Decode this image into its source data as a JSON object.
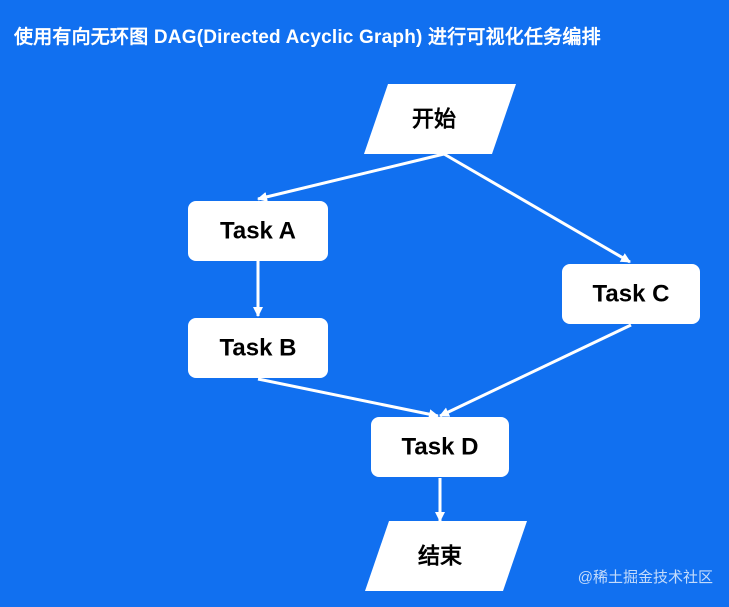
{
  "title": "使用有向无环图 DAG(Directed Acyclic Graph) 进行可视化任务编排",
  "watermark": "@稀土掘金技术社区",
  "colors": {
    "background": "#1170f0",
    "node_fill": "#ffffff",
    "edge": "#ffffff",
    "text": "#000000"
  },
  "nodes": [
    {
      "id": "start",
      "label": "开始",
      "shape": "parallelogram"
    },
    {
      "id": "a",
      "label": "Task A",
      "shape": "rounded-rect"
    },
    {
      "id": "b",
      "label": "Task B",
      "shape": "rounded-rect"
    },
    {
      "id": "c",
      "label": "Task C",
      "shape": "rounded-rect"
    },
    {
      "id": "d",
      "label": "Task D",
      "shape": "rounded-rect"
    },
    {
      "id": "end",
      "label": "结束",
      "shape": "parallelogram"
    }
  ],
  "edges": [
    {
      "from": "start",
      "to": "a"
    },
    {
      "from": "start",
      "to": "c"
    },
    {
      "from": "a",
      "to": "b"
    },
    {
      "from": "b",
      "to": "d"
    },
    {
      "from": "c",
      "to": "d"
    },
    {
      "from": "d",
      "to": "end"
    }
  ]
}
